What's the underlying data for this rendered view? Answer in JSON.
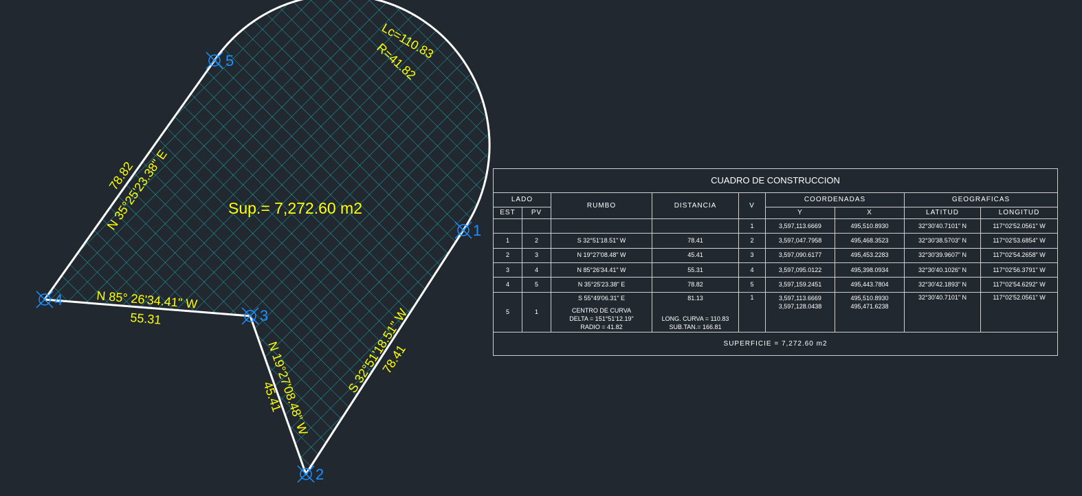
{
  "drawing": {
    "surface_label": "Sup.= 7,272.60 m2",
    "curve_length_label": "Lc=110.83",
    "curve_radius_label": "R=41.82",
    "sides": [
      {
        "bearing": "S 32°51'18.51\" W",
        "distance": "78.41"
      },
      {
        "bearing": "N 19°27'08.48\" W",
        "distance": "45.41"
      },
      {
        "bearing": "N 85° 26'34.41\" W",
        "distance": "55.31"
      },
      {
        "bearing": "N 35°25'23.38\" E",
        "distance": "78.82"
      }
    ],
    "vertex_labels": [
      "1",
      "2",
      "3",
      "4",
      "5"
    ],
    "colors": {
      "background": "#212830",
      "boundary": "#ffffff",
      "hatch": "#1fa6a6",
      "annotation": "#ffff00",
      "vertex": "#1e90ff"
    }
  },
  "table": {
    "title": "CUADRO DE CONSTRUCCION",
    "headers": {
      "lado": "LADO",
      "est": "EST",
      "pv": "PV",
      "rumbo": "RUMBO",
      "distancia": "DISTANCIA",
      "v": "V",
      "coordenadas": "COORDENADAS",
      "y": "Y",
      "x": "X",
      "geograficas": "GEOGRAFICAS",
      "latitud": "LATITUD",
      "longitud": "LONGITUD"
    },
    "start_row": {
      "v": "1",
      "y": "3,597,113.6669",
      "x": "495,510.8930",
      "lat": "32°30'40.7101\" N",
      "lon": "117°02'52.0561\" W"
    },
    "rows": [
      {
        "est": "1",
        "pv": "2",
        "rumbo": "S  32°51'18.51\"  W",
        "distancia": "78.41",
        "v": "2",
        "y": "3,597,047.7958",
        "x": "495,468.3523",
        "lat": "32°30'38.5703\" N",
        "lon": "117°02'53.6854\" W"
      },
      {
        "est": "2",
        "pv": "3",
        "rumbo": "N  19°27'08.48\"  W",
        "distancia": "45.41",
        "v": "3",
        "y": "3,597,090.6177",
        "x": "495,453.2283",
        "lat": "32°30'39.9607\" N",
        "lon": "117°02'54.2658\" W"
      },
      {
        "est": "3",
        "pv": "4",
        "rumbo": "N  85°26'34.41\"  W",
        "distancia": "55.31",
        "v": "4",
        "y": "3,597,095.0122",
        "x": "495,398.0934",
        "lat": "32°30'40.1026\" N",
        "lon": "117°02'56.3791\" W"
      },
      {
        "est": "4",
        "pv": "5",
        "rumbo": "N  35°25'23.38\"  E",
        "distancia": "78.82",
        "v": "5",
        "y": "3,597,159.2451",
        "x": "495,443.7804",
        "lat": "32°30'42.1893\" N",
        "lon": "117°02'54.6292\" W"
      }
    ],
    "curve_row": {
      "est": "5",
      "pv": "1",
      "rumbo": "S  55°49'06.31\"  E",
      "centro": "CENTRO DE CURVA",
      "delta": "DELTA = 151°51'12.19\"",
      "radio": "RADIO = 41.82",
      "distancia": "81.13",
      "long_curva": "LONG. CURVA = 110.83",
      "subtan": "SUB.TAN.= 166.81",
      "v": "1",
      "y1": "3,597,113.6669",
      "x1": "495,510.8930",
      "y2": "3,597,128.0438",
      "x2": "495,471.6238",
      "lat": "32°30'40.7101\" N",
      "lon": "117°02'52.0561\" W"
    },
    "superficie": "SUPERFICIE = 7,272.60 m2"
  }
}
